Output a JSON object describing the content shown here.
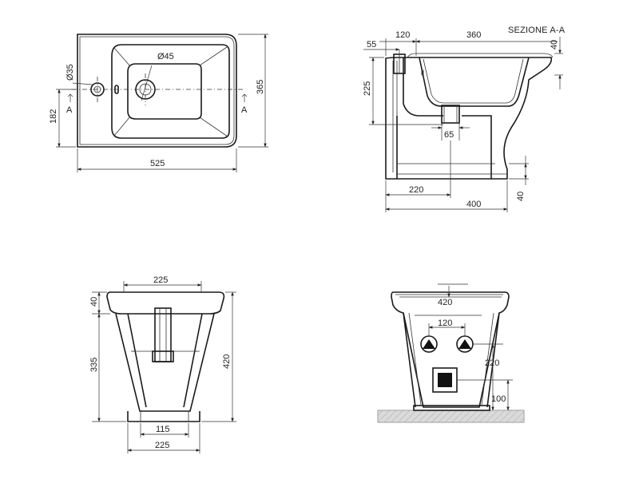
{
  "top_view": {
    "dim_525": "525",
    "dim_365": "365",
    "dim_182": "182",
    "dia_35": "Ø35",
    "dia_45": "Ø45",
    "sec_left": "A",
    "sec_right": "A"
  },
  "section_view": {
    "title": "SEZIONE A-A",
    "dim_55": "55",
    "dim_120": "120",
    "dim_360": "360",
    "dim_40_top": "40",
    "dim_225": "225",
    "dim_65": "65",
    "dim_220": "220",
    "dim_400": "400",
    "dim_40_bottom": "40"
  },
  "front_view": {
    "dim_225_top": "225",
    "dim_40": "40",
    "dim_335": "335",
    "dim_420": "420",
    "dim_115": "115",
    "dim_225_bottom": "225"
  },
  "rear_view": {
    "dim_420": "420",
    "dim_120": "120",
    "dim_220": "220",
    "dim_100": "100"
  }
}
